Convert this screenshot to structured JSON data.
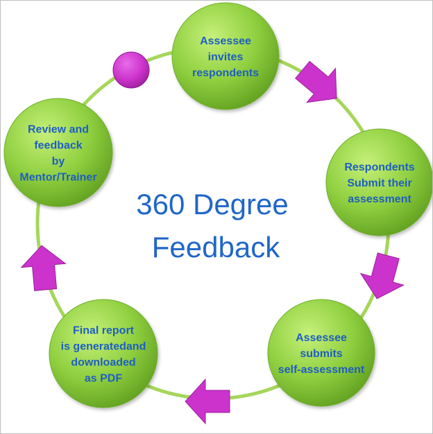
{
  "title": {
    "line1": "360 Degree",
    "line2": "Feedback"
  },
  "nodes": [
    {
      "lines": [
        "Assessee",
        "invites",
        "respondents"
      ]
    },
    {
      "lines": [
        "Respondents",
        "Submit their",
        "assessment"
      ]
    },
    {
      "lines": [
        "Assessee",
        "submits",
        "self-assessment"
      ]
    },
    {
      "lines": [
        "Final report",
        "is generatedand",
        "downloaded",
        "as PDF"
      ]
    },
    {
      "lines": [
        "Review and",
        "feedback",
        "by",
        "Mentor/Trainer"
      ]
    }
  ],
  "colors": {
    "ring": "#a5d65a",
    "node_fill": "#8fcf3f",
    "node_text": "#1f5fbf",
    "arrow": "#cc33cc",
    "center_text": "#1f66c8"
  }
}
